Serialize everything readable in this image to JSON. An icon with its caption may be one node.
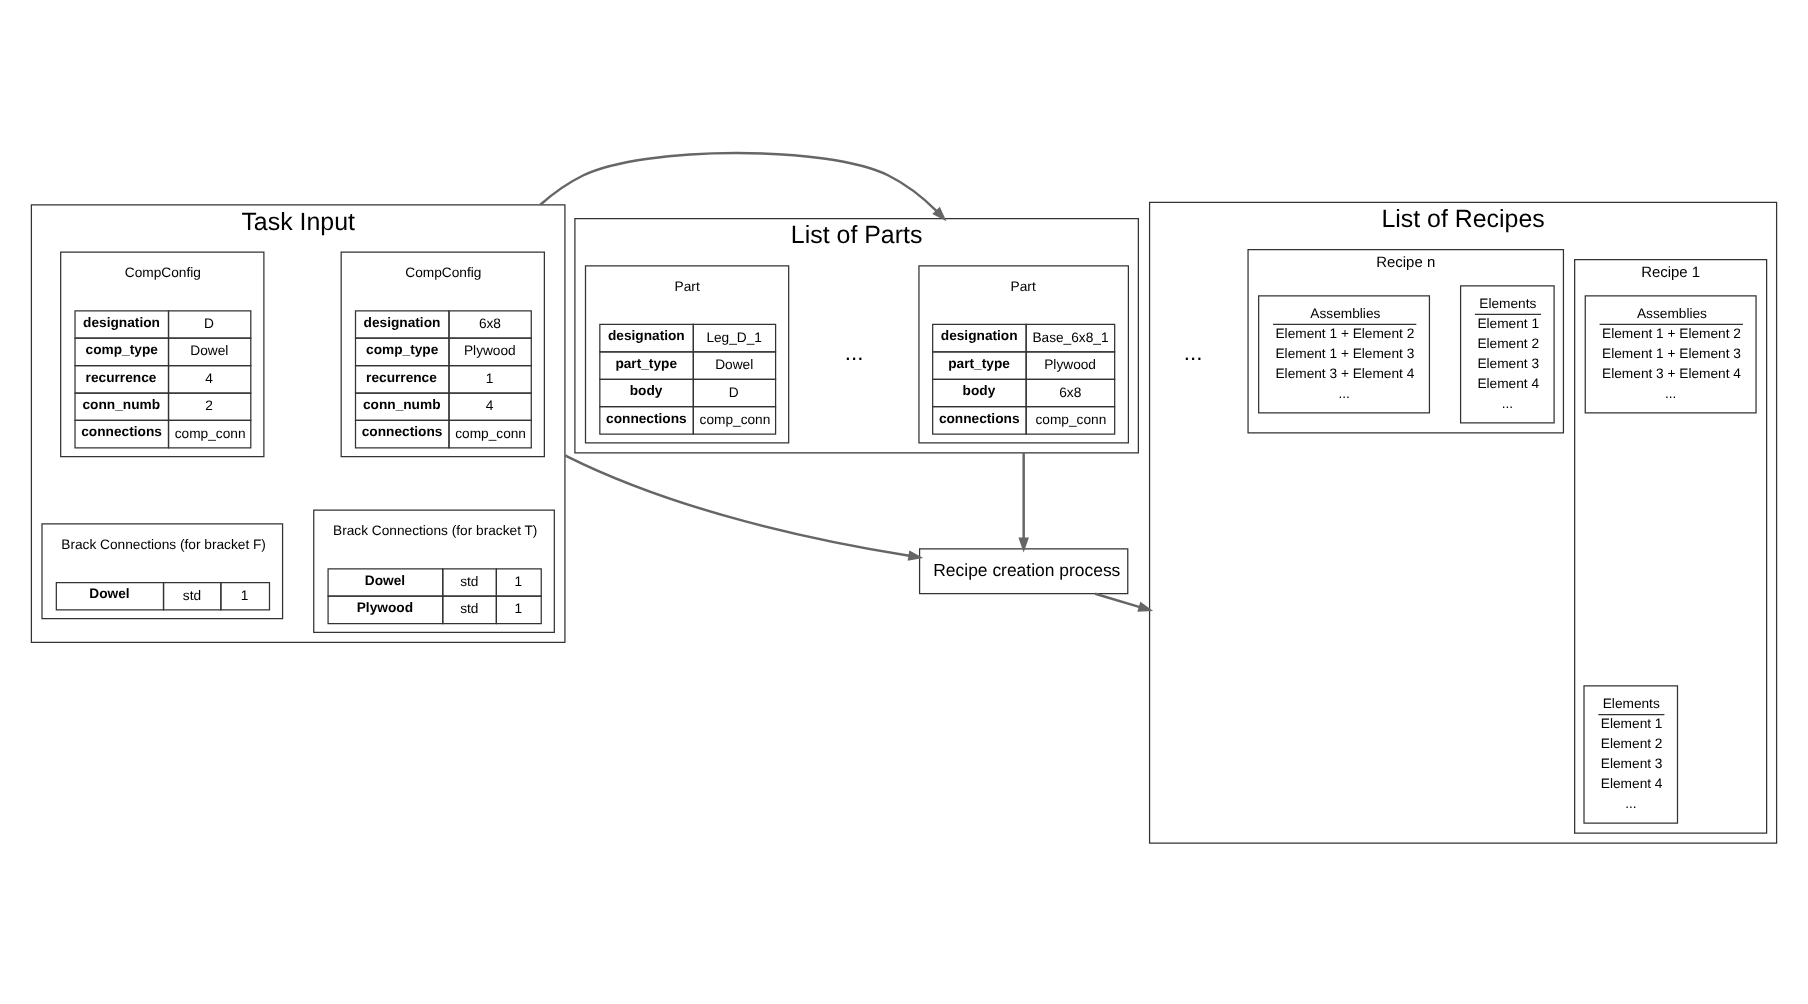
{
  "diagram": {
    "nodes": [
      {
        "text": [
          "Task Input"
        ]
      },
      {
        "text": [
          "CompConfig",
          "designation",
          "6x8",
          "comp_type",
          "Plywood",
          "recurrence",
          "1",
          "conn_numb",
          "4",
          "connections",
          "comp_conn"
        ],
        "in": 0
      },
      {
        "text": [
          "CompConfig",
          "designation",
          "D",
          "comp_type",
          "Dowel",
          "recurrence",
          "4",
          "conn_numb",
          "2",
          "connections",
          "comp_conn"
        ],
        "in": 0
      },
      {
        "text": [
          "Brack Connections (for bracket T)",
          "Dowel",
          "std",
          "1",
          "Plywood",
          "std",
          "1"
        ],
        "in": 0
      },
      {
        "text": [
          "Brack Connections (for bracket F)",
          "Dowel",
          "std",
          "1"
        ],
        "in": 0
      },
      {
        "text": [
          "List of Parts"
        ]
      },
      {
        "text": [
          "Part",
          "designation",
          "Base_6x8_1",
          "part_type",
          "Plywood",
          "body",
          "6x8",
          "connections",
          "comp_conn"
        ],
        "in": 5
      },
      {
        "text": [
          "Part",
          "designation",
          "Leg_D_1",
          "part_type",
          "Dowel",
          "body",
          "D",
          "connections",
          "comp_conn"
        ],
        "in": 5
      },
      {
        "text": [
          "Recipe creation process"
        ]
      },
      {
        "text": [
          "List of Recipes"
        ]
      },
      {
        "text": [
          "Recipe 1"
        ],
        "in": 9
      },
      {
        "text": [
          "Elements",
          "Element 1",
          "Element 2",
          "Element 3",
          "Element 4",
          "..."
        ],
        "in": 10
      },
      {
        "text": [
          "Assemblies",
          "Element 1 + Element 2",
          "Element 1 + Element 3",
          "Element 3 + Element 4",
          "..."
        ],
        "in": 10
      },
      {
        "text": [
          "Recipe n"
        ],
        "in": 9
      },
      {
        "text": [
          "Elements",
          "Element 1",
          "Element 2",
          "Element 3",
          "Element 4",
          "..."
        ],
        "in": 13
      },
      {
        "text": [
          "Assemblies",
          "Element 1 + Element 2",
          "Element 1 + Element 3",
          "Element 3 + Element 4",
          "..."
        ],
        "in": 13
      }
    ],
    "edges": [
      {
        "from": 0,
        "to": 5,
        "arrow": "to"
      },
      {
        "from": 0,
        "to": 8,
        "arrow": "to"
      },
      {
        "from": 5,
        "to": 8,
        "arrow": "to"
      },
      {
        "from": 8,
        "to": 9,
        "arrow": "to"
      }
    ],
    "labels": [
      "...",
      "..."
    ]
  }
}
